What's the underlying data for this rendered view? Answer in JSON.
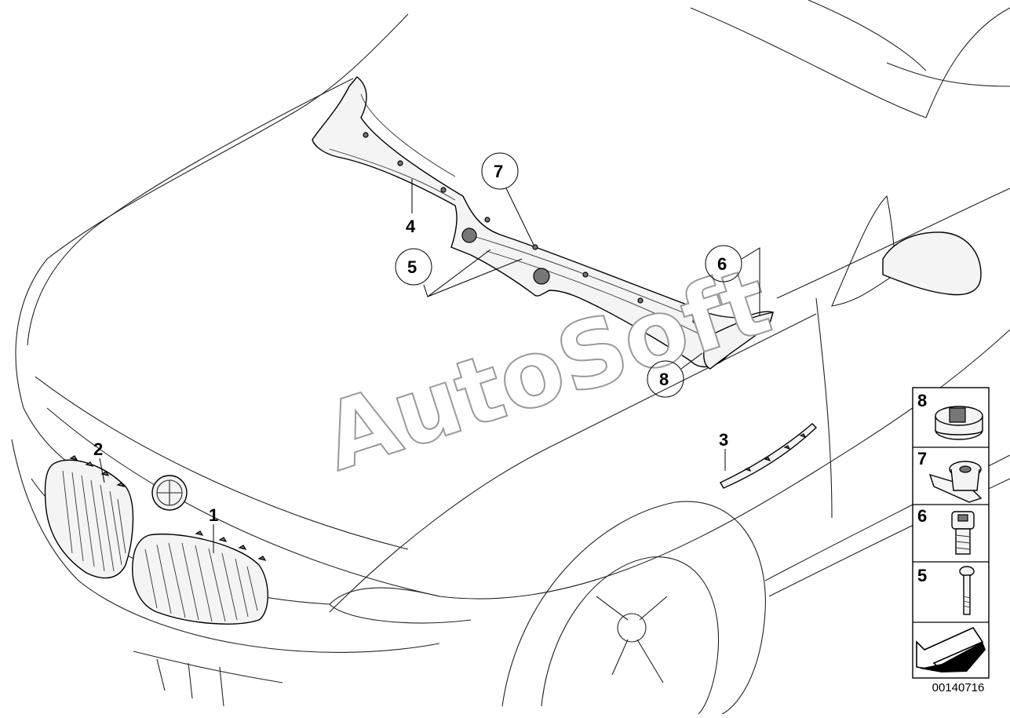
{
  "diagram": {
    "callouts": [
      {
        "id": "c1",
        "label": "1",
        "circled": false
      },
      {
        "id": "c2",
        "label": "2",
        "circled": false
      },
      {
        "id": "c3",
        "label": "3",
        "circled": false
      },
      {
        "id": "c4",
        "label": "4",
        "circled": false
      },
      {
        "id": "c5",
        "label": "5",
        "circled": true
      },
      {
        "id": "c6",
        "label": "6",
        "circled": true
      },
      {
        "id": "c7",
        "label": "7",
        "circled": true
      },
      {
        "id": "c8",
        "label": "8",
        "circled": true
      }
    ],
    "legend": [
      {
        "label": "8",
        "part": "clip-nut-8"
      },
      {
        "label": "7",
        "part": "plastic-nut-7"
      },
      {
        "label": "6",
        "part": "screw-6"
      },
      {
        "label": "5",
        "part": "bolt-5"
      }
    ],
    "watermark": "AutoSoft",
    "reference_number": "00140716"
  }
}
